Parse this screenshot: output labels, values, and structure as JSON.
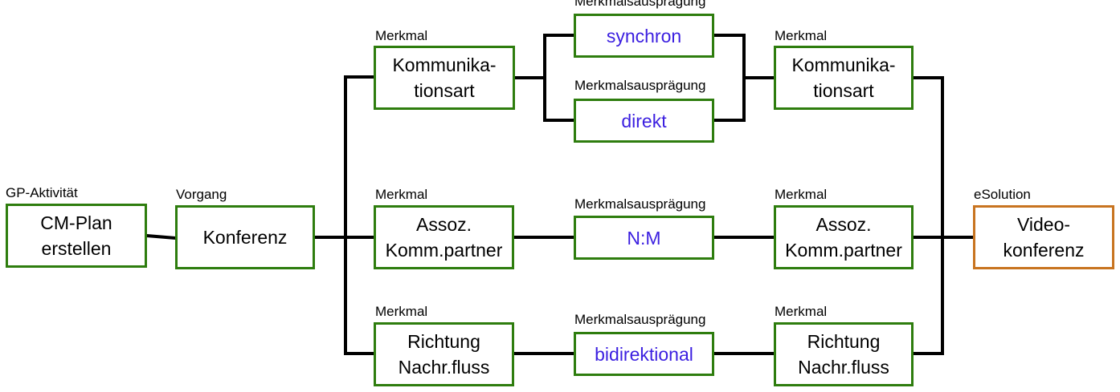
{
  "colors": {
    "box_border": "#2e7d0e",
    "solution_border": "#c87420",
    "value_text": "#3b1fe0",
    "line": "#000000"
  },
  "nodes": {
    "gp_activity": {
      "caption": "GP-Aktivität",
      "text": "CM-Plan\nerstellen"
    },
    "vorgang": {
      "caption": "Vorgang",
      "text": "Konferenz"
    },
    "merkmal_kommunikationsart_left": {
      "caption": "Merkmal",
      "text": "Kommunika-\ntionsart"
    },
    "value_synchron": {
      "caption": "Merkmalsausprägung",
      "text": "synchron"
    },
    "value_direkt": {
      "caption": "Merkmalsausprägung",
      "text": "direkt"
    },
    "merkmal_kommunikationsart_right": {
      "caption": "Merkmal",
      "text": "Kommunika-\ntionsart"
    },
    "merkmal_assoz_left": {
      "caption": "Merkmal",
      "text": "Assoz.\nKomm.partner"
    },
    "value_nm": {
      "caption": "Merkmalsausprägung",
      "text": "N:M"
    },
    "merkmal_assoz_right": {
      "caption": "Merkmal",
      "text": "Assoz.\nKomm.partner"
    },
    "merkmal_richtung_left": {
      "caption": "Merkmal",
      "text": "Richtung\nNachr.fluss"
    },
    "value_bidirektional": {
      "caption": "Merkmalsausprägung",
      "text": "bidirektional"
    },
    "merkmal_richtung_right": {
      "caption": "Merkmal",
      "text": "Richtung\nNachr.fluss"
    },
    "esolution": {
      "caption": "eSolution",
      "text": "Video-\nkonferenz"
    }
  }
}
